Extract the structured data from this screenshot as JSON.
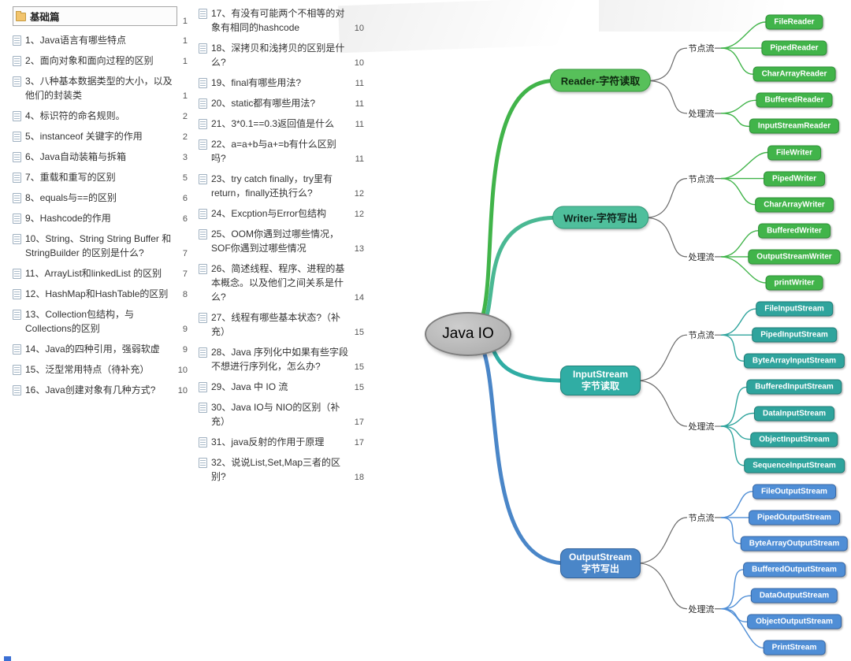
{
  "toc": {
    "header": {
      "label": "基础篇",
      "page": "1"
    },
    "col1": [
      {
        "text": "1、Java语言有哪些特点",
        "page": "1"
      },
      {
        "text": "2、面向对象和面向过程的区别",
        "page": "1"
      },
      {
        "text": "3、八种基本数据类型的大小，以及他们的封装类",
        "page": "1"
      },
      {
        "text": "4、标识符的命名规则。",
        "page": "2"
      },
      {
        "text": "5、instanceof 关键字的作用",
        "page": "2"
      },
      {
        "text": "6、Java自动装箱与拆箱",
        "page": "3"
      },
      {
        "text": "7、重载和重写的区别",
        "page": "5"
      },
      {
        "text": "8、equals与==的区别",
        "page": "6"
      },
      {
        "text": "9、Hashcode的作用",
        "page": "6"
      },
      {
        "text": "10、String、String String Buffer 和 StringBuilder 的区别是什么?",
        "page": "7"
      },
      {
        "text": "11、ArrayList和linkedList 的区别",
        "page": "7"
      },
      {
        "text": "12、HashMap和HashTable的区别",
        "page": "8"
      },
      {
        "text": "13、Collection包结构，与Collections的区别",
        "page": "9"
      },
      {
        "text": "14、Java的四种引用，强弱软虚",
        "page": "9"
      },
      {
        "text": "15、泛型常用特点（待补充）",
        "page": "10"
      },
      {
        "text": "16、Java创建对象有几种方式?",
        "page": "10"
      }
    ],
    "col2": [
      {
        "text": "17、有没有可能两个不相等的对象有相同的hashcode",
        "page": "10"
      },
      {
        "text": "18、深拷贝和浅拷贝的区别是什么?",
        "page": "10"
      },
      {
        "text": "19、final有哪些用法?",
        "page": "11"
      },
      {
        "text": "20、static都有哪些用法?",
        "page": "11"
      },
      {
        "text": "21、3*0.1==0.3返回值是什么",
        "page": "11"
      },
      {
        "text": "22、a=a+b与a+=b有什么区别吗?",
        "page": "11"
      },
      {
        "text": "23、try catch finally，try里有return，finally还执行么?",
        "page": "12"
      },
      {
        "text": "24、Excption与Error包结构",
        "page": "12"
      },
      {
        "text": "25、OOM你遇到过哪些情况，SOF你遇到过哪些情况",
        "page": "13"
      },
      {
        "text": "26、简述线程、程序、进程的基本概念。以及他们之间关系是什么?",
        "page": "14"
      },
      {
        "text": "27、线程有哪些基本状态?（补充）",
        "page": "15"
      },
      {
        "text": "28、Java 序列化中如果有些字段不想进行序列化，怎么办?",
        "page": "15"
      },
      {
        "text": "29、Java 中 IO 流",
        "page": "15"
      },
      {
        "text": "30、Java IO与 NIO的区别（补充）",
        "page": "17"
      },
      {
        "text": "31、java反射的作用于原理",
        "page": "17"
      },
      {
        "text": "32、说说List,Set,Map三者的区别?",
        "page": "18"
      }
    ]
  },
  "mindmap": {
    "root": "Java IO",
    "colors": {
      "root_fill": "#b3b3b3",
      "root_border": "#7f7f7f"
    },
    "branches": [
      {
        "id": "reader",
        "label": "Reader-字符读取",
        "node_fill": "#57c05a",
        "node_border": "#379a3d",
        "node_text": "#0f2a10",
        "leaf_fill": "#41b44a",
        "leaf_border": "#2e8f36",
        "branch_line": "#41b44a",
        "leaf_line": "#41b44a",
        "groups": [
          {
            "label": "节点流",
            "leaves": [
              "FileReader",
              "PipedReader",
              "CharArrayReader"
            ]
          },
          {
            "label": "处理流",
            "leaves": [
              "BufferedReader",
              "InputStreamReader"
            ]
          }
        ]
      },
      {
        "id": "writer",
        "label": "Writer-字符写出",
        "node_fill": "#4fbf9c",
        "node_border": "#309877",
        "node_text": "#0d261d",
        "leaf_fill": "#41b44a",
        "leaf_border": "#2e8f36",
        "branch_line": "#4ab893",
        "leaf_line": "#41b44a",
        "groups": [
          {
            "label": "节点流",
            "leaves": [
              "FileWriter",
              "PipedWriter",
              "CharArrayWriter"
            ]
          },
          {
            "label": "处理流",
            "leaves": [
              "BufferedWriter",
              "OutputStreamWriter",
              "printWriter"
            ]
          }
        ]
      },
      {
        "id": "inputstream",
        "label": "InputStream 字节读取",
        "node_fill": "#30ada4",
        "node_border": "#1f8179",
        "node_text": "#ffffff",
        "leaf_fill": "#2fa49d",
        "leaf_border": "#1f7d77",
        "branch_line": "#30ada4",
        "leaf_line": "#2fa49d",
        "groups": [
          {
            "label": "节点流",
            "leaves": [
              "FileInputStream",
              "PipedInputStream",
              "ByteArrayInputStream"
            ]
          },
          {
            "label": "处理流",
            "leaves": [
              "BufferedInputStream",
              "DataInputStream",
              "ObjectInputStream",
              "SequenceInputStream"
            ]
          }
        ]
      },
      {
        "id": "outputstream",
        "label": "OutputStream 字节写出",
        "node_fill": "#4a86c8",
        "node_border": "#33639c",
        "node_text": "#ffffff",
        "leaf_fill": "#4f8ed6",
        "leaf_border": "#3465a4",
        "branch_line": "#4a86c8",
        "leaf_line": "#4f8ed6",
        "groups": [
          {
            "label": "节点流",
            "leaves": [
              "FileOutputStream",
              "PipedOutputStream",
              "ByteArrayOutputStream"
            ]
          },
          {
            "label": "处理流",
            "leaves": [
              "BufferedOutputStream",
              "DataOutputStream",
              "ObjectOutputStream",
              "PrintStream"
            ]
          }
        ]
      }
    ]
  }
}
